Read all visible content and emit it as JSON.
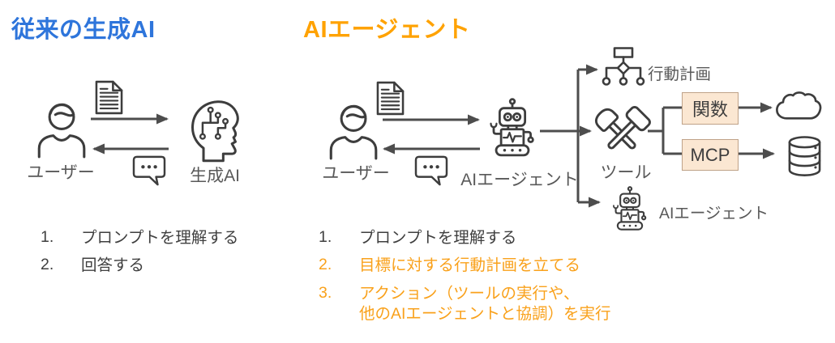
{
  "colors": {
    "title_blue": "#2e75db",
    "title_orange": "#ffa200",
    "highlight_orange": "#f9a11b",
    "box_fill": "#fbe7d2",
    "box_border": "#bfa288",
    "label_gray": "#595959",
    "text_dark": "#3f3f3f",
    "line_gray": "#4d4d4d"
  },
  "icons": {
    "user": "person-outline-icon",
    "document": "document-lines-icon",
    "prompt_bubble": "speech-bubble-ellipsis-icon",
    "generative_ai": "head-with-circuit-icon",
    "agent": "robot-icon",
    "plan": "flowchart-tree-icon",
    "tools": "crossed-hammers-icon",
    "cloud": "cloud-icon",
    "database": "database-cylinder-icon"
  },
  "left": {
    "title": "従来の生成AI",
    "user_label": "ユーザー",
    "ai_label": "生成AI",
    "steps": [
      {
        "num": "1.",
        "line1": "プロンプトを理解する"
      },
      {
        "num": "2.",
        "line1": "回答する"
      }
    ]
  },
  "right": {
    "title": "AIエージェント",
    "user_label": "ユーザー",
    "agent_label": "AIエージェント",
    "plan_label": "行動計画",
    "tools_label": "ツール",
    "function_label": "関数",
    "mcp_label": "MCP",
    "sub_agent_label": "AIエージェント",
    "steps": [
      {
        "num": "1.",
        "line1": "プロンプトを理解する"
      },
      {
        "num": "2.",
        "line1": "目標に対する行動計画を立てる"
      },
      {
        "num": "3.",
        "line1": "アクション（ツールの実行や、",
        "line2": "他のAIエージェントと協調）を実行"
      }
    ]
  }
}
